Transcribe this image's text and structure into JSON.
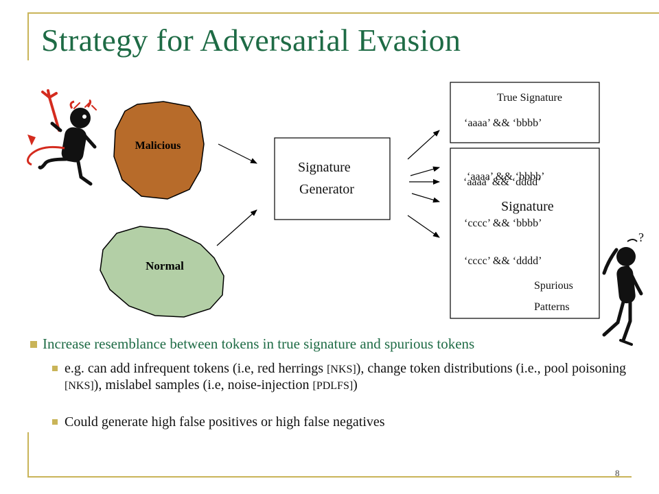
{
  "slide": {
    "title": "Strategy for Adversarial Evasion",
    "page_number": "8"
  },
  "diagram": {
    "malicious_label": "Malicious",
    "normal_label": "Normal",
    "generator_line1": "Signature",
    "generator_line2": "Generator",
    "true_signature": {
      "heading": "True Signature",
      "pattern": "‘aaaa’ && ‘bbbb’"
    },
    "signature_box": {
      "pattern_1": "‘aaaa’ && ‘bbbb’",
      "pattern_2": "‘aaaa’ && ‘dddd’",
      "heading": "Signature",
      "pattern_3": "‘cccc’ && ‘bbbb’",
      "pattern_4": "‘cccc’ && ‘dddd’",
      "spurious_line1": "Spurious",
      "spurious_line2": "Patterns"
    },
    "question_mark": "?",
    "colors": {
      "malicious_fill": "#b76b2a",
      "normal_fill": "#b3cfa6",
      "title_green": "#1e6b45",
      "accent_gold": "#c9b458",
      "devil_red": "#d42b1e"
    }
  },
  "bullets": {
    "main": "Increase resemblance between tokens in true signature and spurious tokens",
    "sub1_a": "e.g. can add infrequent tokens (i.e, red herrings ",
    "sub1_cite1": "[NKS]",
    "sub1_b": "), change token distributions (i.e., pool poisoning ",
    "sub1_cite2": "[NKS]",
    "sub1_c": "),  mislabel samples (i.e, noise-injection ",
    "sub1_cite3": "[PDLFS]",
    "sub1_d": ")",
    "sub2": "Could generate high false positives or high false negatives"
  }
}
